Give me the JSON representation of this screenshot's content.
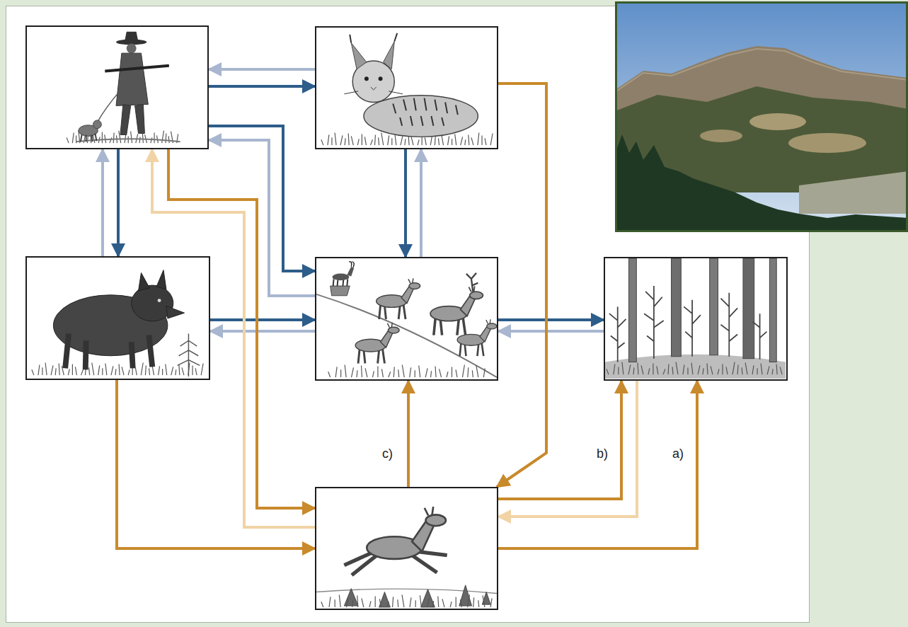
{
  "diagram": {
    "nodes": [
      {
        "text": []
      },
      {
        "text": []
      },
      {
        "text": []
      },
      {
        "text": []
      },
      {
        "text": []
      },
      {
        "text": []
      }
    ],
    "edges": [
      {
        "from": 0,
        "to": 1,
        "arrow": "to"
      },
      {
        "from": 1,
        "to": 0,
        "arrow": "to"
      },
      {
        "from": 0,
        "to": 3,
        "arrow": "to"
      },
      {
        "from": 3,
        "to": 0,
        "arrow": "to"
      },
      {
        "from": 0,
        "to": 2,
        "arrow": "to"
      },
      {
        "from": 2,
        "to": 0,
        "arrow": "to"
      },
      {
        "from": 1,
        "to": 3,
        "arrow": "to"
      },
      {
        "from": 3,
        "to": 1,
        "arrow": "to"
      },
      {
        "from": 2,
        "to": 3,
        "arrow": "to"
      },
      {
        "from": 3,
        "to": 2,
        "arrow": "to"
      },
      {
        "from": 3,
        "to": 4,
        "arrow": "to"
      },
      {
        "from": 4,
        "to": 3,
        "arrow": "to"
      },
      {
        "from": 1,
        "to": 5,
        "arrow": "to"
      },
      {
        "from": 0,
        "to": 5,
        "arrow": "to"
      },
      {
        "from": 5,
        "to": 0,
        "arrow": "to"
      },
      {
        "from": 2,
        "to": 5,
        "arrow": "to"
      },
      {
        "from": 5,
        "to": 3,
        "label": "c)",
        "arrow": "to"
      },
      {
        "from": 5,
        "to": 4,
        "label": "b)",
        "arrow": "to"
      },
      {
        "from": 4,
        "to": 5,
        "arrow": "to"
      },
      {
        "from": 5,
        "to": 4,
        "label": "a)",
        "arrow": "to"
      }
    ]
  }
}
